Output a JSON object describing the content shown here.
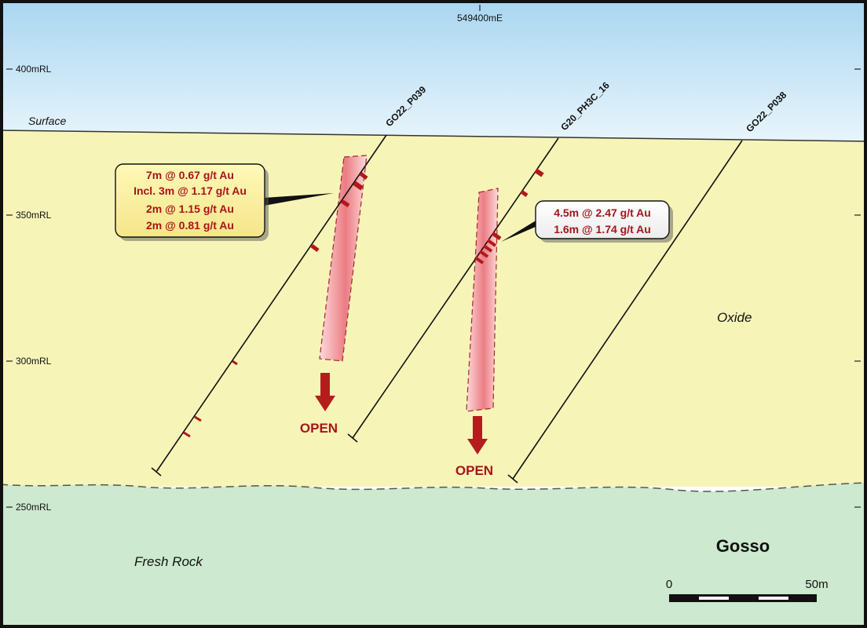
{
  "easting_label": "549400mE",
  "rl_labels": [
    "400mRL",
    "350mRL",
    "300mRL",
    "250mRL"
  ],
  "zones": {
    "surface": "Surface",
    "oxide": "Oxide",
    "fresh_rock": "Fresh Rock"
  },
  "holes": [
    "GO22_P039",
    "G20_PH3C_16",
    "GO22_P038"
  ],
  "callout_left": {
    "lines": [
      "7m @ 0.67 g/t Au",
      "Incl. 3m @ 1.17 g/t Au",
      "2m @ 1.15 g/t Au",
      "2m @ 0.81 g/t Au"
    ]
  },
  "callout_right": {
    "lines": [
      "4.5m @ 2.47 g/t Au",
      "1.6m @ 1.74 g/t Au"
    ]
  },
  "open_label": "OPEN",
  "project_name": "Gosso",
  "scale_bar": {
    "start": "0",
    "end": "50m"
  },
  "colors": {
    "sky": "#c9e6f6",
    "oxide": "#f7f4b8",
    "fresh_rock": "#cde9cf",
    "mineral_zone": "#e46a70",
    "intercept": "#b01a1a",
    "text_red": "#a8141a"
  }
}
